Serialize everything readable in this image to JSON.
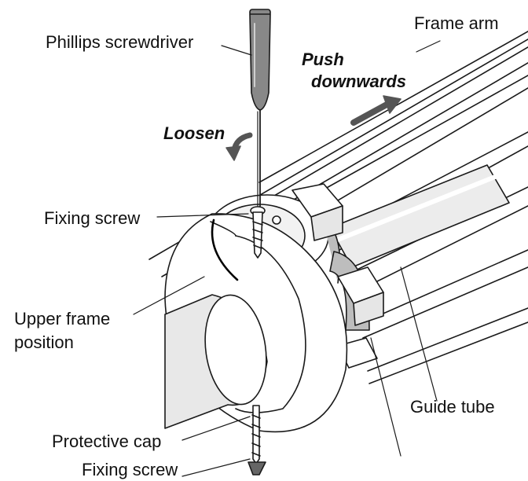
{
  "labels": {
    "phillips_screwdriver": "Phillips screwdriver",
    "frame_arm": "Frame arm",
    "push_line1": "Push",
    "push_line2": "downwards",
    "loosen": "Loosen",
    "fixing_screw_top": "Fixing screw",
    "upper_frame_line1": "Upper frame",
    "upper_frame_line2": "position",
    "guide_tube": "Guide tube",
    "protective_cap": "Protective cap",
    "fixing_screw_bottom": "Fixing screw"
  },
  "colors": {
    "line": "#1a1a1a",
    "arrow": "#555555",
    "handle": "#888888",
    "shade": "#bdbdbd",
    "light": "#e6e6e6"
  }
}
